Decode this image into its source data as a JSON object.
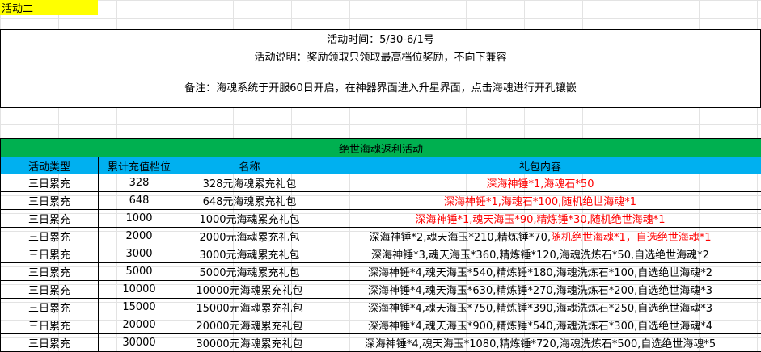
{
  "title": "活动二",
  "info": {
    "time": "活动时间：5/30-6/1号",
    "desc": "活动说明：奖励领取只领取最高档位奖励，不向下兼容",
    "note": "备注：海魂系统于开服60日开启，在神器界面进入升星界面，点击海魂进行开孔镶嵌"
  },
  "table": {
    "banner": "绝世海魂返利活动",
    "headers": [
      "活动类型",
      "累计充值档位",
      "名称",
      "礼包内容"
    ],
    "rows": [
      {
        "type": "三日累充",
        "tier": "328",
        "name": "328元海魂累充礼包",
        "content": "深海神锤*1,海魂石*50",
        "red": "深海神锤*1,海魂石*50"
      },
      {
        "type": "三日累充",
        "tier": "648",
        "name": "648元海魂累充礼包",
        "content": "深海神锤*1,海魂石*100,随机绝世海魂*1",
        "red": "深海神锤*1,海魂石*100,随机绝世海魂*1"
      },
      {
        "type": "三日累充",
        "tier": "1000",
        "name": "1000元海魂累充礼包",
        "content": "深海神锤*1,魂天海玉*90,精炼锤*30,随机绝世海魂*1",
        "red": "深海神锤*1,魂天海玉*90,精炼锤*30,随机绝世海魂*1"
      },
      {
        "type": "三日累充",
        "tier": "2000",
        "name": "2000元海魂累充礼包",
        "content": "深海神锤*2,魂天海玉*210,精炼锤*70,",
        "red": "随机绝世海魂*1，自选绝世海魂*1"
      },
      {
        "type": "三日累充",
        "tier": "3000",
        "name": "3000元海魂累充礼包",
        "content": "深海神锤*3,魂天海玉*360,精炼锤*120,海魂洗炼石*50,自选绝世海魂*2",
        "red": ""
      },
      {
        "type": "三日累充",
        "tier": "5000",
        "name": "5000元海魂累充礼包",
        "content": "深海神锤*4,魂天海玉*540,精炼锤*180,海魂洗炼石*100,自选绝世海魂*2",
        "red": ""
      },
      {
        "type": "三日累充",
        "tier": "10000",
        "name": "10000元海魂累充礼包",
        "content": "深海神锤*4,魂天海玉*630,精炼锤*270,海魂洗炼石*200,自选绝世海魂*3",
        "red": ""
      },
      {
        "type": "三日累充",
        "tier": "15000",
        "name": "15000元海魂累充礼包",
        "content": "深海神锤*4,魂天海玉*750,精炼锤*390,海魂洗炼石*250,自选绝世海魂*3",
        "red": ""
      },
      {
        "type": "三日累充",
        "tier": "20000",
        "name": "20000元海魂累充礼包",
        "content": "深海神锤*4,魂天海玉*900,精炼锤*540,海魂洗炼石*300,自选绝世海魂*4",
        "red": ""
      },
      {
        "type": "三日累充",
        "tier": "30000",
        "name": "30000元海魂累充礼包",
        "content": "深海神锤*4,魂天海玉*1080,精炼锤*720,海魂洗炼石*500,自选绝世海魂*5",
        "red": ""
      }
    ]
  },
  "colors": {
    "title_bg": "#ffff00",
    "banner_bg": "#00b050",
    "header_bg": "#00b0f0",
    "highlight_text": "#ff0000"
  }
}
